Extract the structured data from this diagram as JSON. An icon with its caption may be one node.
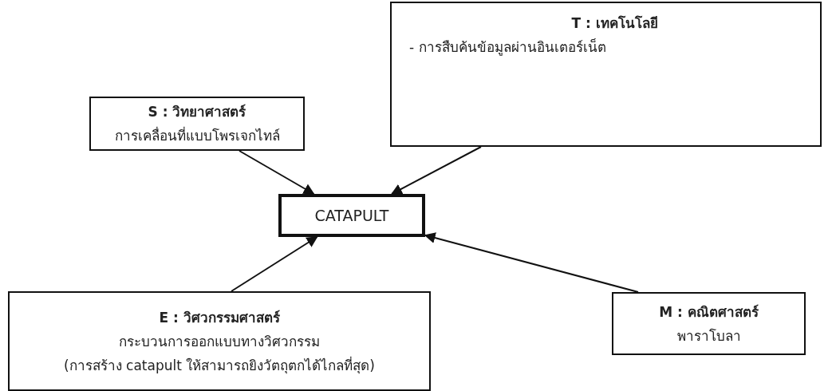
{
  "diagram": {
    "nodes": [
      {
        "text": [
          "S : วิทยาศาสตร์",
          "การเคลื่อนที่แบบโพรเจกไทล์"
        ]
      },
      {
        "text": [
          "T : เทคโนโลยี",
          "- การสืบค้นข้อมูลผ่านอินเตอร์เน็ต"
        ]
      },
      {
        "text": [
          "CATAPULT"
        ]
      },
      {
        "text": [
          "E : วิศวกรรมศาสตร์",
          "กระบวนการออกแบบทางวิศวกรรม",
          "(การสร้าง catapult ให้สามารถยิงวัตถุตกได้ไกลที่สุด)"
        ]
      },
      {
        "text": [
          "M : คณิตศาสตร์",
          "พาราโบลา"
        ]
      }
    ],
    "edges": [
      {
        "from": 0,
        "to": 2,
        "arrow": "to"
      },
      {
        "from": 1,
        "to": 2,
        "arrow": "to"
      },
      {
        "from": 3,
        "to": 2,
        "arrow": "to"
      },
      {
        "from": 4,
        "to": 2,
        "arrow": "to"
      }
    ]
  }
}
